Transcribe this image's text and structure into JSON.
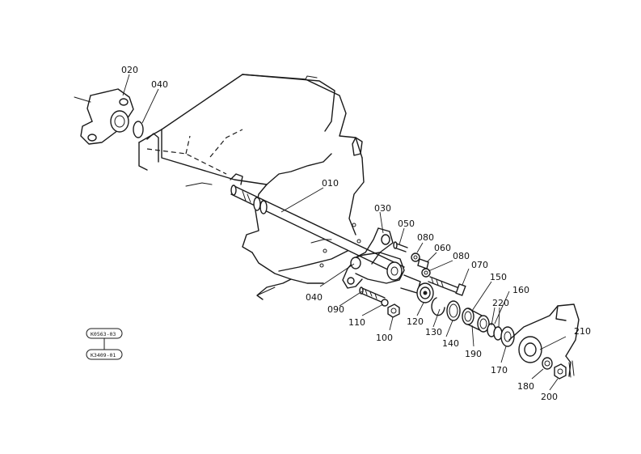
{
  "diagram": {
    "labels": {
      "p020": "020",
      "p040a": "040",
      "p010": "010",
      "p030": "030",
      "p050": "050",
      "p080a": "080",
      "p060": "060",
      "p080b": "080",
      "p070": "070",
      "p150": "150",
      "p160": "160",
      "p220": "220",
      "p210": "210",
      "p040b": "040",
      "p090": "090",
      "p110": "110",
      "p100": "100",
      "p120": "120",
      "p130": "130",
      "p140": "140",
      "p190": "190",
      "p170": "170",
      "p180": "180",
      "p200": "200"
    },
    "refs": {
      "top": "K0563-03",
      "bottom": "K3409-01"
    }
  }
}
